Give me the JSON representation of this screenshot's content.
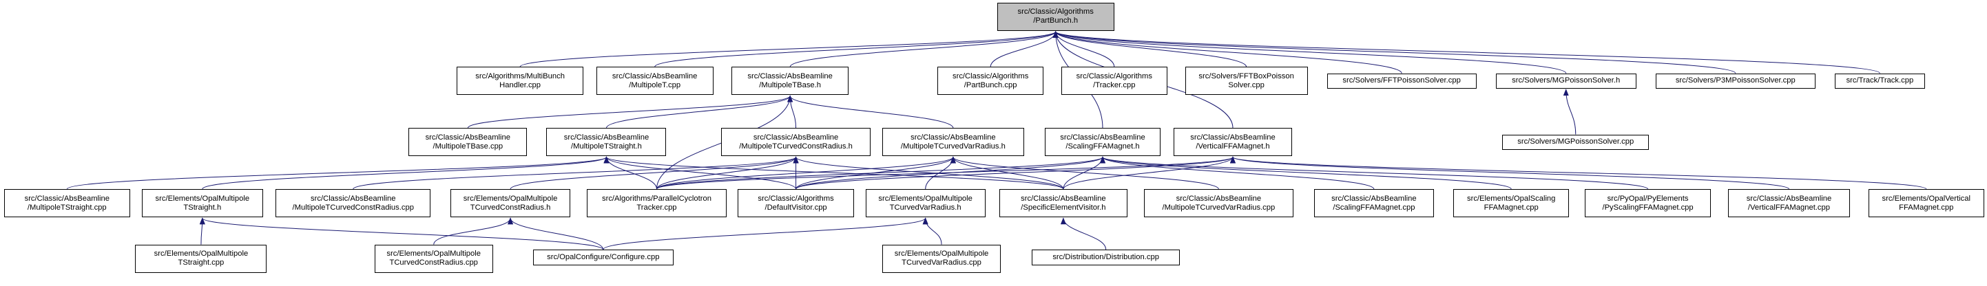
{
  "colors": {
    "edge": "#191970",
    "border": "#000000",
    "root_fill": "#bfbfbf",
    "node_fill": "#ffffff",
    "text": "#000000"
  },
  "nodes": [
    {
      "id": "partbunch_h",
      "lines": [
        "src/Classic/Algorithms",
        "/PartBunch.h"
      ],
      "root": true
    },
    {
      "id": "multibunchhandler_cpp",
      "lines": [
        "src/Algorithms/MultiBunch",
        "Handler.cpp"
      ]
    },
    {
      "id": "multipolet_cpp",
      "lines": [
        "src/Classic/AbsBeamline",
        "/MultipoleT.cpp"
      ]
    },
    {
      "id": "multipoletbase_h",
      "lines": [
        "src/Classic/AbsBeamline",
        "/MultipoleTBase.h"
      ]
    },
    {
      "id": "partbunch_cpp",
      "lines": [
        "src/Classic/Algorithms",
        "/PartBunch.cpp"
      ]
    },
    {
      "id": "tracker_cpp",
      "lines": [
        "src/Classic/Algorithms",
        "/Tracker.cpp"
      ]
    },
    {
      "id": "fftboxpoissonsolver_cpp",
      "lines": [
        "src/Solvers/FFTBoxPoisson",
        "Solver.cpp"
      ]
    },
    {
      "id": "fftpoissonsolver_cpp",
      "lines": [
        "src/Solvers/FFTPoissonSolver.cpp"
      ]
    },
    {
      "id": "mgpoissonsolver_h",
      "lines": [
        "src/Solvers/MGPoissonSolver.h"
      ]
    },
    {
      "id": "p3mpoissonsolver_cpp",
      "lines": [
        "src/Solvers/P3MPoissonSolver.cpp"
      ]
    },
    {
      "id": "track_cpp",
      "lines": [
        "src/Track/Track.cpp"
      ]
    },
    {
      "id": "multipoletbase_cpp",
      "lines": [
        "src/Classic/AbsBeamline",
        "/MultipoleTBase.cpp"
      ]
    },
    {
      "id": "multipoletstraight_h",
      "lines": [
        "src/Classic/AbsBeamline",
        "/MultipoleTStraight.h"
      ]
    },
    {
      "id": "multipoletcurvedconstradius_h",
      "lines": [
        "src/Classic/AbsBeamline",
        "/MultipoleTCurvedConstRadius.h"
      ]
    },
    {
      "id": "multipoletcurvedvarradius_h",
      "lines": [
        "src/Classic/AbsBeamline",
        "/MultipoleTCurvedVarRadius.h"
      ]
    },
    {
      "id": "scalingffamagnet_h",
      "lines": [
        "src/Classic/AbsBeamline",
        "/ScalingFFAMagnet.h"
      ]
    },
    {
      "id": "verticalffamagnet_h",
      "lines": [
        "src/Classic/AbsBeamline",
        "/VerticalFFAMagnet.h"
      ]
    },
    {
      "id": "mgpoissonsolver_cpp",
      "lines": [
        "src/Solvers/MGPoissonSolver.cpp"
      ]
    },
    {
      "id": "multipoletstraight_cpp",
      "lines": [
        "src/Classic/AbsBeamline",
        "/MultipoleTStraight.cpp"
      ]
    },
    {
      "id": "opalmultipoletstraight_h",
      "lines": [
        "src/Elements/OpalMultipole",
        "TStraight.h"
      ]
    },
    {
      "id": "multipoletcurvedconstradius_cpp",
      "lines": [
        "src/Classic/AbsBeamline",
        "/MultipoleTCurvedConstRadius.cpp"
      ]
    },
    {
      "id": "opalmultipoletcurvedconstradius_h",
      "lines": [
        "src/Elements/OpalMultipole",
        "TCurvedConstRadius.h"
      ]
    },
    {
      "id": "parallelcyclotrontracker_cpp",
      "lines": [
        "src/Algorithms/ParallelCyclotron",
        "Tracker.cpp"
      ]
    },
    {
      "id": "defaultvisitor_cpp",
      "lines": [
        "src/Classic/Algorithms",
        "/DefaultVisitor.cpp"
      ]
    },
    {
      "id": "opalmultipoletcurvedvarradius_h",
      "lines": [
        "src/Elements/OpalMultipole",
        "TCurvedVarRadius.h"
      ]
    },
    {
      "id": "specificelementvisitor_h",
      "lines": [
        "src/Classic/AbsBeamline",
        "/SpecificElementVisitor.h"
      ]
    },
    {
      "id": "multipoletcurvedvarradius_cpp",
      "lines": [
        "src/Classic/AbsBeamline",
        "/MultipoleTCurvedVarRadius.cpp"
      ]
    },
    {
      "id": "scalingffamagnet_cpp",
      "lines": [
        "src/Classic/AbsBeamline",
        "/ScalingFFAMagnet.cpp"
      ]
    },
    {
      "id": "opalscalingffamagnet_cpp",
      "lines": [
        "src/Elements/OpalScaling",
        "FFAMagnet.cpp"
      ]
    },
    {
      "id": "pyscalingffamagnet_cpp",
      "lines": [
        "src/PyOpal/PyElements",
        "/PyScalingFFAMagnet.cpp"
      ]
    },
    {
      "id": "verticalffamagnet_cpp",
      "lines": [
        "src/Classic/AbsBeamline",
        "/VerticalFFAMagnet.cpp"
      ]
    },
    {
      "id": "opalverticalffamagnet_cpp",
      "lines": [
        "src/Elements/OpalVertical",
        "FFAMagnet.cpp"
      ]
    },
    {
      "id": "opalmultipoletstraight_cpp",
      "lines": [
        "src/Elements/OpalMultipole",
        "TStraight.cpp"
      ]
    },
    {
      "id": "opalmultipoletcurvedconstradius_cpp",
      "lines": [
        "src/Elements/OpalMultipole",
        "TCurvedConstRadius.cpp"
      ]
    },
    {
      "id": "configure_cpp",
      "lines": [
        "src/OpalConfigure/Configure.cpp"
      ]
    },
    {
      "id": "opalmultipoletcurvedvarradius_cpp",
      "lines": [
        "src/Elements/OpalMultipole",
        "TCurvedVarRadius.cpp"
      ]
    },
    {
      "id": "distribution_cpp",
      "lines": [
        "src/Distribution/Distribution.cpp"
      ]
    }
  ],
  "edges": [
    [
      "multibunchhandler_cpp",
      "partbunch_h"
    ],
    [
      "multipolet_cpp",
      "partbunch_h"
    ],
    [
      "multipoletbase_h",
      "partbunch_h"
    ],
    [
      "partbunch_cpp",
      "partbunch_h"
    ],
    [
      "tracker_cpp",
      "partbunch_h"
    ],
    [
      "fftboxpoissonsolver_cpp",
      "partbunch_h"
    ],
    [
      "fftpoissonsolver_cpp",
      "partbunch_h"
    ],
    [
      "mgpoissonsolver_h",
      "partbunch_h"
    ],
    [
      "p3mpoissonsolver_cpp",
      "partbunch_h"
    ],
    [
      "track_cpp",
      "partbunch_h"
    ],
    [
      "scalingffamagnet_h",
      "partbunch_h"
    ],
    [
      "verticalffamagnet_h",
      "partbunch_h"
    ],
    [
      "multipoletbase_cpp",
      "multipoletbase_h"
    ],
    [
      "multipoletstraight_h",
      "multipoletbase_h"
    ],
    [
      "multipoletcurvedconstradius_h",
      "multipoletbase_h"
    ],
    [
      "multipoletcurvedvarradius_h",
      "multipoletbase_h"
    ],
    [
      "parallelcyclotrontracker_cpp",
      "multipoletbase_h"
    ],
    [
      "mgpoissonsolver_cpp",
      "mgpoissonsolver_h"
    ],
    [
      "multipoletstraight_cpp",
      "multipoletstraight_h"
    ],
    [
      "opalmultipoletstraight_h",
      "multipoletstraight_h"
    ],
    [
      "parallelcyclotrontracker_cpp",
      "multipoletstraight_h"
    ],
    [
      "defaultvisitor_cpp",
      "multipoletstraight_h"
    ],
    [
      "specificelementvisitor_h",
      "multipoletstraight_h"
    ],
    [
      "multipoletcurvedconstradius_cpp",
      "multipoletcurvedconstradius_h"
    ],
    [
      "opalmultipoletcurvedconstradius_h",
      "multipoletcurvedconstradius_h"
    ],
    [
      "parallelcyclotrontracker_cpp",
      "multipoletcurvedconstradius_h"
    ],
    [
      "defaultvisitor_cpp",
      "multipoletcurvedconstradius_h"
    ],
    [
      "specificelementvisitor_h",
      "multipoletcurvedconstradius_h"
    ],
    [
      "parallelcyclotrontracker_cpp",
      "multipoletcurvedvarradius_h"
    ],
    [
      "defaultvisitor_cpp",
      "multipoletcurvedvarradius_h"
    ],
    [
      "opalmultipoletcurvedvarradius_h",
      "multipoletcurvedvarradius_h"
    ],
    [
      "specificelementvisitor_h",
      "multipoletcurvedvarradius_h"
    ],
    [
      "multipoletcurvedvarradius_cpp",
      "multipoletcurvedvarradius_h"
    ],
    [
      "parallelcyclotrontracker_cpp",
      "scalingffamagnet_h"
    ],
    [
      "defaultvisitor_cpp",
      "scalingffamagnet_h"
    ],
    [
      "specificelementvisitor_h",
      "scalingffamagnet_h"
    ],
    [
      "scalingffamagnet_cpp",
      "scalingffamagnet_h"
    ],
    [
      "opalscalingffamagnet_cpp",
      "scalingffamagnet_h"
    ],
    [
      "pyscalingffamagnet_cpp",
      "scalingffamagnet_h"
    ],
    [
      "parallelcyclotrontracker_cpp",
      "verticalffamagnet_h"
    ],
    [
      "defaultvisitor_cpp",
      "verticalffamagnet_h"
    ],
    [
      "specificelementvisitor_h",
      "verticalffamagnet_h"
    ],
    [
      "verticalffamagnet_cpp",
      "verticalffamagnet_h"
    ],
    [
      "opalverticalffamagnet_cpp",
      "verticalffamagnet_h"
    ],
    [
      "opalmultipoletstraight_cpp",
      "opalmultipoletstraight_h"
    ],
    [
      "configure_cpp",
      "opalmultipoletstraight_h"
    ],
    [
      "opalmultipoletcurvedconstradius_cpp",
      "opalmultipoletcurvedconstradius_h"
    ],
    [
      "configure_cpp",
      "opalmultipoletcurvedconstradius_h"
    ],
    [
      "opalmultipoletcurvedvarradius_cpp",
      "opalmultipoletcurvedvarradius_h"
    ],
    [
      "configure_cpp",
      "opalmultipoletcurvedvarradius_h"
    ],
    [
      "distribution_cpp",
      "specificelementvisitor_h"
    ]
  ]
}
